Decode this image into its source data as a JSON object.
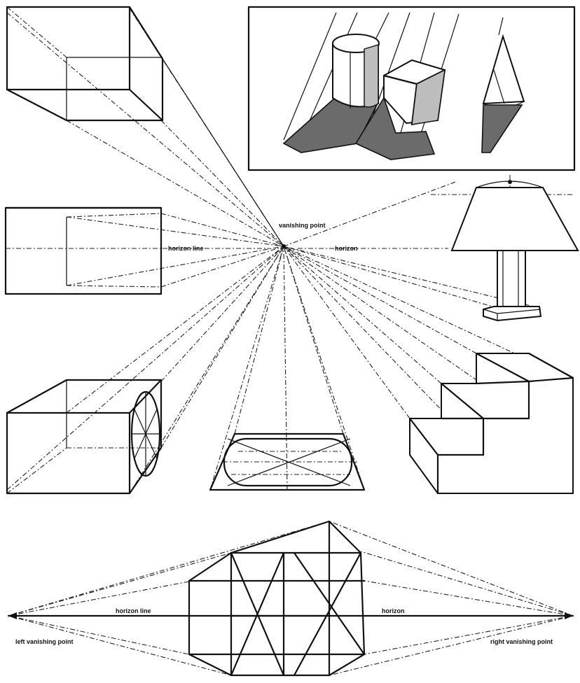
{
  "labels": {
    "vanishing_point": "vanishing point",
    "horizon_left": "horizon line",
    "horizon_right": "horizon",
    "bottom_horizon_left": "horizon line",
    "bottom_horizon_right": "horizon",
    "left_vanishing_point": "left vanishing point",
    "right_vanishing_point": "right vanishing point"
  }
}
